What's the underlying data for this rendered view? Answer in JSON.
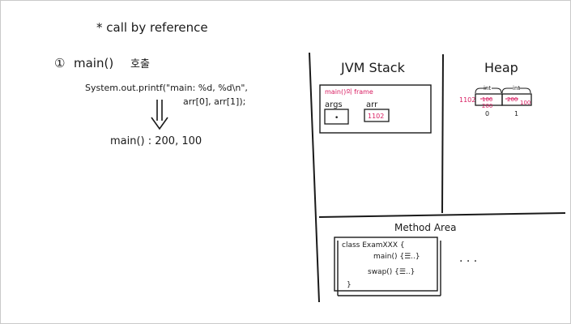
{
  "left_notes": {
    "title": "* call by reference",
    "step": {
      "number": "①",
      "label": "main()",
      "korean": "호출"
    },
    "code": {
      "line1": "System.out.printf(\"main: %d, %d\\n\",",
      "line2": "arr[0], arr[1]);",
      "arrow_icon": "down-arrow"
    },
    "result": "main() : 200, 100"
  },
  "jvm_stack": {
    "title": "JVM Stack",
    "frame_label": "main()의 frame",
    "vars": [
      {
        "name": "args",
        "value": "•"
      },
      {
        "name": "arr",
        "value": "1102"
      }
    ]
  },
  "heap": {
    "title": "Heap",
    "address": "1102",
    "cells": [
      {
        "type": "int",
        "old": "100",
        "new": "200",
        "index": "0"
      },
      {
        "type": "int",
        "old": "200",
        "new": "100",
        "index": "1"
      }
    ]
  },
  "method_area": {
    "title": "Method Area",
    "lines": [
      "class ExamXXX {",
      "main() {☰..}",
      "swap() {☰..}",
      "}"
    ],
    "ellipsis": "· · ·"
  },
  "colors": {
    "ink": "#1a1a1a",
    "highlight": "#d81b60"
  }
}
